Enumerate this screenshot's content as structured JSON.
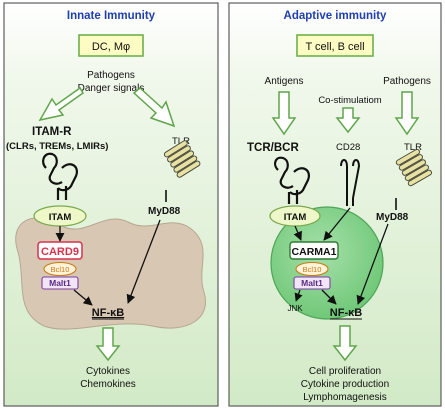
{
  "innate": {
    "title": "Innate Immunity",
    "cells": "DC, Mφ",
    "stimulus_1": "Pathogens",
    "stimulus_2": "Danger signals",
    "itam_r": "ITAM-R",
    "itam_r_sub": "(CLRs, TREMs, LMIRs)",
    "tlr": "TLR",
    "itam": "ITAM",
    "myd88": "MyD88",
    "card9": "CARD9",
    "bcl10": "Bcl10",
    "malt1": "Malt1",
    "nfkb": "NF-κB",
    "output_1": "Cytokines",
    "output_2": "Chemokines"
  },
  "adaptive": {
    "title": "Adaptive immunity",
    "cells": "T cell, B cell",
    "antigens": "Antigens",
    "costim": "Co-stimulatiom",
    "pathogens": "Pathogens",
    "tcr_bcr": "TCR/BCR",
    "cd28": "CD28",
    "tlr": "TLR",
    "itam": "ITAM",
    "myd88": "MyD88",
    "carma1": "CARMA1",
    "bcl10": "Bcl10",
    "malt1": "Malt1",
    "jnk": "JNK",
    "nfkb": "NF-κB",
    "output_1": "Cell proliferation",
    "output_2": "Cytokine production",
    "output_3": "Lymphomagenesis"
  },
  "colors": {
    "title_blue": "#1f3fb0",
    "panel_green": "#dcefd3",
    "panel_border": "#5e5e5e",
    "cells_box_fill": "#fdfcc2",
    "arrow_outline": "#5fa64a",
    "cell_body": "#d8c7b3",
    "t_cell_fill": "#82d38b",
    "card_red": "#d9314b",
    "bcl10_orange": "#c97a12",
    "malt1_purple": "#7b3fa0",
    "itam_fill": "#eef7c8"
  }
}
